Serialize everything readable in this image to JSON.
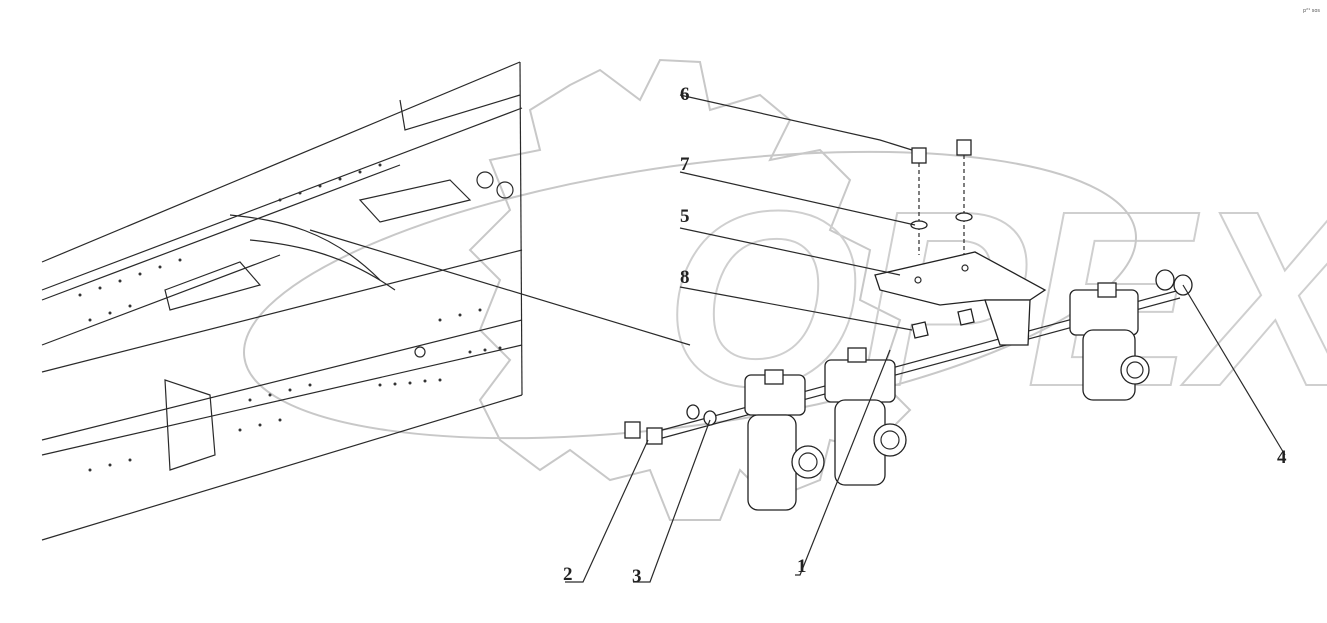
{
  "diagram": {
    "corner_code": "p²¹ sos",
    "watermark": "OPEX",
    "callouts": [
      {
        "id": "1",
        "label": "1"
      },
      {
        "id": "2",
        "label": "2"
      },
      {
        "id": "3",
        "label": "3"
      },
      {
        "id": "4",
        "label": "4"
      },
      {
        "id": "5",
        "label": "5"
      },
      {
        "id": "6",
        "label": "6"
      },
      {
        "id": "7",
        "label": "7"
      },
      {
        "id": "8",
        "label": "8"
      }
    ]
  }
}
